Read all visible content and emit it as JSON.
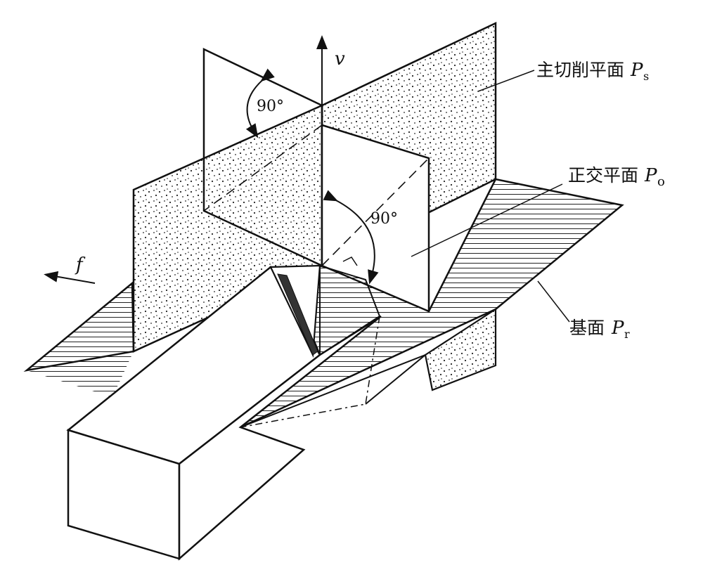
{
  "labels": {
    "ps_text": "主切削平面",
    "ps_symbol": "P",
    "ps_sub": "s",
    "po_text": "正交平面",
    "po_symbol": "P",
    "po_sub": "o",
    "pr_text": "基面",
    "pr_symbol": "P",
    "pr_sub": "r",
    "v": "v",
    "f": "f",
    "angle_upper": "90°",
    "angle_lower": "90°"
  },
  "colors": {
    "line": "#111111",
    "paper": "#ffffff",
    "stipple": "#222222",
    "hatch": "#222222"
  }
}
